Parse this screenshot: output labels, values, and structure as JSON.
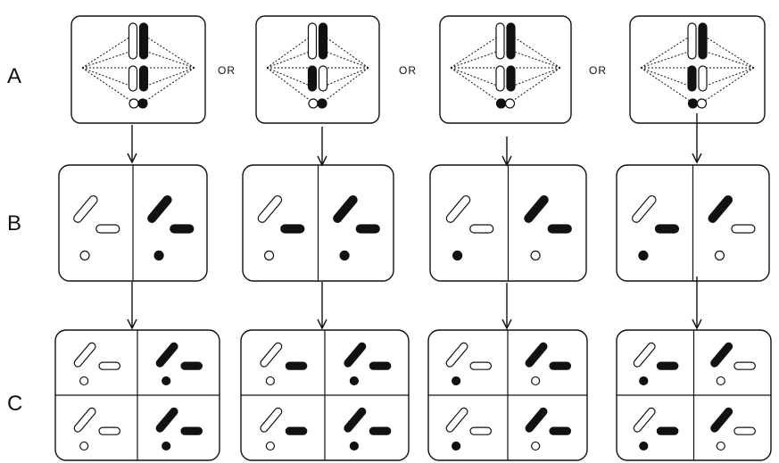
{
  "rows": [
    {
      "label": "A"
    },
    {
      "label": "B"
    },
    {
      "label": "C"
    }
  ],
  "connector_word": "OR",
  "columns": [
    {
      "stageA": {
        "pair1_black_side": "right",
        "pair2_black_side": "right",
        "pair3_black_side": "right"
      },
      "stageB": {
        "left": "white",
        "right": "black",
        "left_dot": "white",
        "right_dot": "black"
      },
      "stageC": {
        "left": "white",
        "right": "black",
        "left_dot": "white",
        "right_dot": "black"
      }
    },
    {
      "stageA": {
        "pair1_black_side": "right",
        "pair2_black_side": "left",
        "pair3_black_side": "right"
      },
      "stageB": {
        "left": "mixed-white-black",
        "right": "black-black",
        "left_dot": "white",
        "right_dot": "black"
      },
      "stageC": {
        "left": "mixed-white-black",
        "right": "black-black",
        "left_dot": "white",
        "right_dot": "black"
      }
    },
    {
      "stageA": {
        "pair1_black_side": "right",
        "pair2_black_side": "right",
        "pair3_black_side": "left"
      },
      "stageB": {
        "left": "white",
        "right": "black",
        "left_dot": "black",
        "right_dot": "white"
      },
      "stageC": {
        "left": "white",
        "right": "black",
        "left_dot": "black",
        "right_dot": "white"
      }
    },
    {
      "stageA": {
        "pair1_black_side": "right",
        "pair2_black_side": "left",
        "pair3_black_side": "left"
      },
      "stageB": {
        "left": "mixed-white-black",
        "right": "black-white",
        "left_dot": "black",
        "right_dot": "white"
      },
      "stageC": {
        "left": "mixed-white-black",
        "right": "black-white",
        "left_dot": "black",
        "right_dot": "white"
      }
    }
  ]
}
